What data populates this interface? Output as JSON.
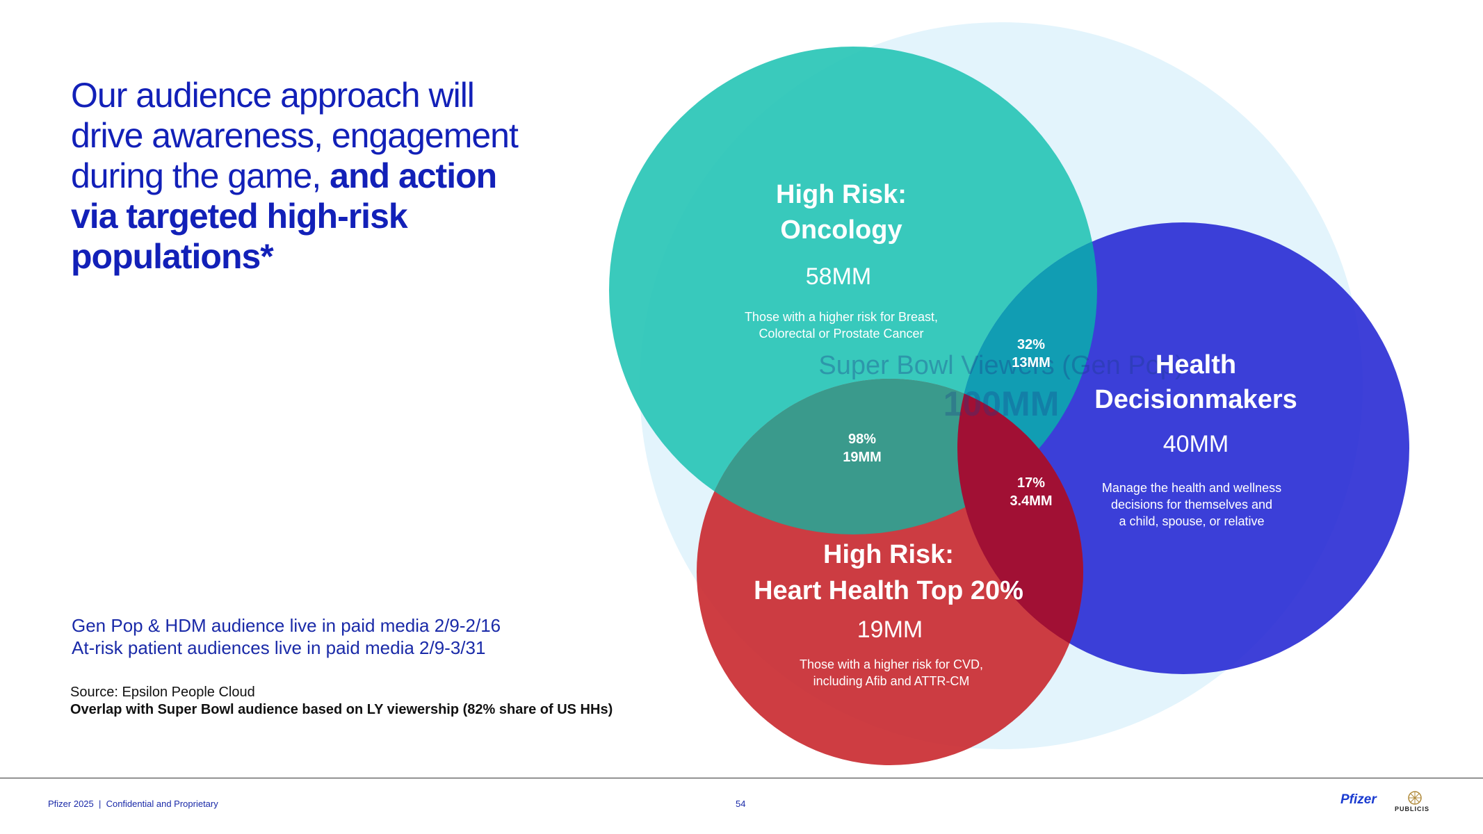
{
  "headline": {
    "normal": "Our audience approach will drive awareness, engagement during the game,",
    "bold": "and action via targeted high-risk populations*"
  },
  "notes": [
    "Gen Pop & HDM audience live in paid media 2/9-2/16",
    "At-risk patient audiences live in paid media 2/9-3/31"
  ],
  "source": {
    "line1": "Source: Epsilon People Cloud",
    "line2": "Overlap with Super Bowl audience based on LY viewership (82% share of US HHs)"
  },
  "venn": {
    "superbowl": {
      "label": "Super Bowl Viewers (Gen Pop)",
      "value": "100MM",
      "color": "#e3f4fc"
    },
    "oncology": {
      "title1": "High Risk:",
      "title2": "Oncology",
      "value": "58MM",
      "desc1": "Those with a higher risk for Breast,",
      "desc2": "Colorectal or Prostate Cancer",
      "color": "#25c4b5"
    },
    "hdm": {
      "title1": "Health",
      "title2": "Decisionmakers",
      "value": "40MM",
      "desc1": "Manage the health and wellness",
      "desc2": "decisions for themselves and",
      "desc3": "a child, spouse, or relative",
      "color": "#2326d3"
    },
    "heart": {
      "title1": "High Risk:",
      "title2": "Heart Health Top 20%",
      "value": "19MM",
      "desc1": "Those with a higher risk for CVD,",
      "desc2": "including Afib and ATTR-CM",
      "color": "#c9282e"
    },
    "overlaps": {
      "onc_hdm": {
        "pct": "32%",
        "value": "13MM"
      },
      "onc_heart": {
        "pct": "98%",
        "value": "19MM"
      },
      "heart_hdm": {
        "pct": "17%",
        "value": "3.4MM"
      }
    }
  },
  "footer": {
    "left": "Pfizer 2025  |  Confidential and Proprietary",
    "page": "54",
    "pfizer": "Pfizer",
    "publicis": "PUBLICIS"
  }
}
